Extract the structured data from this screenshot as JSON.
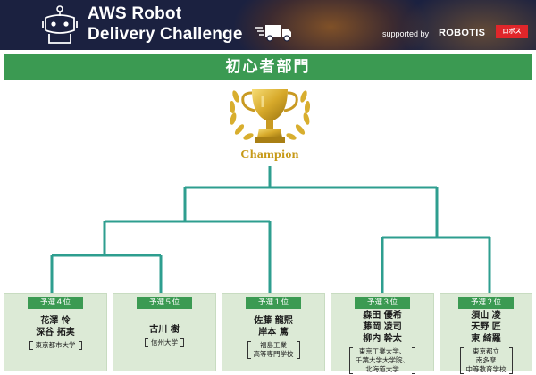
{
  "banner": {
    "title_line1": "AWS Robot",
    "title_line2": "Delivery Challenge",
    "supported_by": "supported by",
    "sponsor": "ROBOTIS",
    "sponsor_badge": "ロボス",
    "colors": {
      "background": "#1b2140",
      "accent": "#e0262a"
    }
  },
  "category": {
    "title": "初心者部門",
    "color": "#3b9a52"
  },
  "champion": {
    "label": "Champion",
    "icon": "trophy-icon"
  },
  "teams": [
    {
      "seed": "予選４位",
      "names": [
        "花澤 怜",
        "深谷 拓実"
      ],
      "school": [
        "東京都市大学"
      ]
    },
    {
      "seed": "予選５位",
      "names": [
        "古川 樹"
      ],
      "school": [
        "信州大学"
      ]
    },
    {
      "seed": "予選１位",
      "names": [
        "佐藤 龍熙",
        "岸本 篤"
      ],
      "school": [
        "福島工業",
        "高等専門学校"
      ]
    },
    {
      "seed": "予選３位",
      "names": [
        "森田 優希",
        "藤岡 凌司",
        "柳内 幹太"
      ],
      "school": [
        "東京工業大学、",
        "千葉大学大学院、",
        "北海道大学"
      ]
    },
    {
      "seed": "予選２位",
      "names": [
        "須山 凌",
        "天野 匠",
        "東 綺羅"
      ],
      "school": [
        "東京都立",
        "南多摩",
        "中等教育学校"
      ]
    }
  ]
}
